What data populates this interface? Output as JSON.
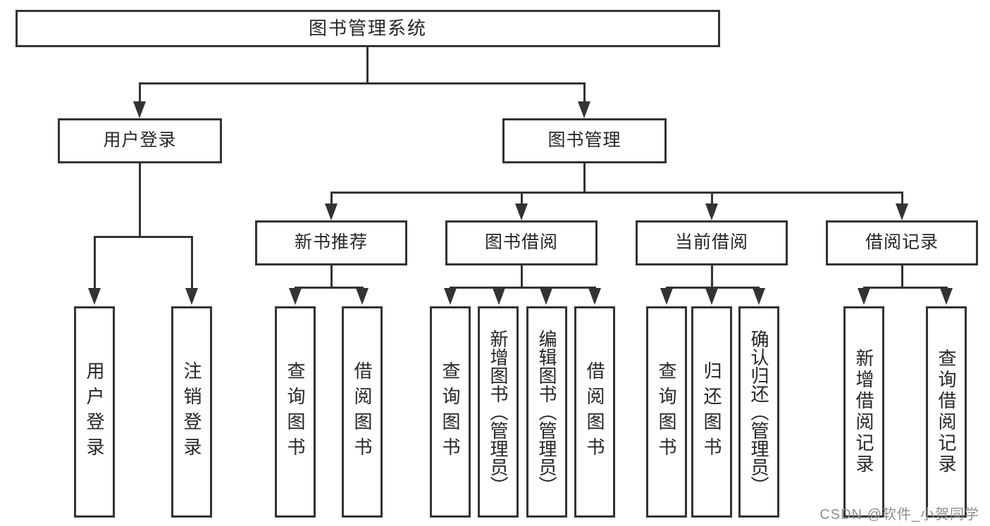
{
  "tree": {
    "root": "图书管理系统",
    "level2": [
      "用户登录",
      "图书管理"
    ],
    "level3": [
      "新书推荐",
      "图书借阅",
      "当前借阅",
      "借阅记录"
    ],
    "leaves": {
      "user_login": [
        "用户登录",
        "注销登录"
      ],
      "new_book_recommend": [
        "查询图书",
        "借阅图书"
      ],
      "book_borrow": [
        "查询图书",
        "新增图书（管理员）",
        "编辑图书（管理员）",
        "借阅图书"
      ],
      "current_borrow": [
        "查询图书",
        "归还图书",
        "确认归还（管理员）"
      ],
      "borrow_records": [
        "新增借阅记录",
        "查询借阅记录"
      ]
    }
  },
  "watermark": "CSDN @软件_小贺同学",
  "colors": {
    "line": "#333333",
    "text": "#262626",
    "watermark": "#8d8d8d",
    "background": "#ffffff"
  }
}
